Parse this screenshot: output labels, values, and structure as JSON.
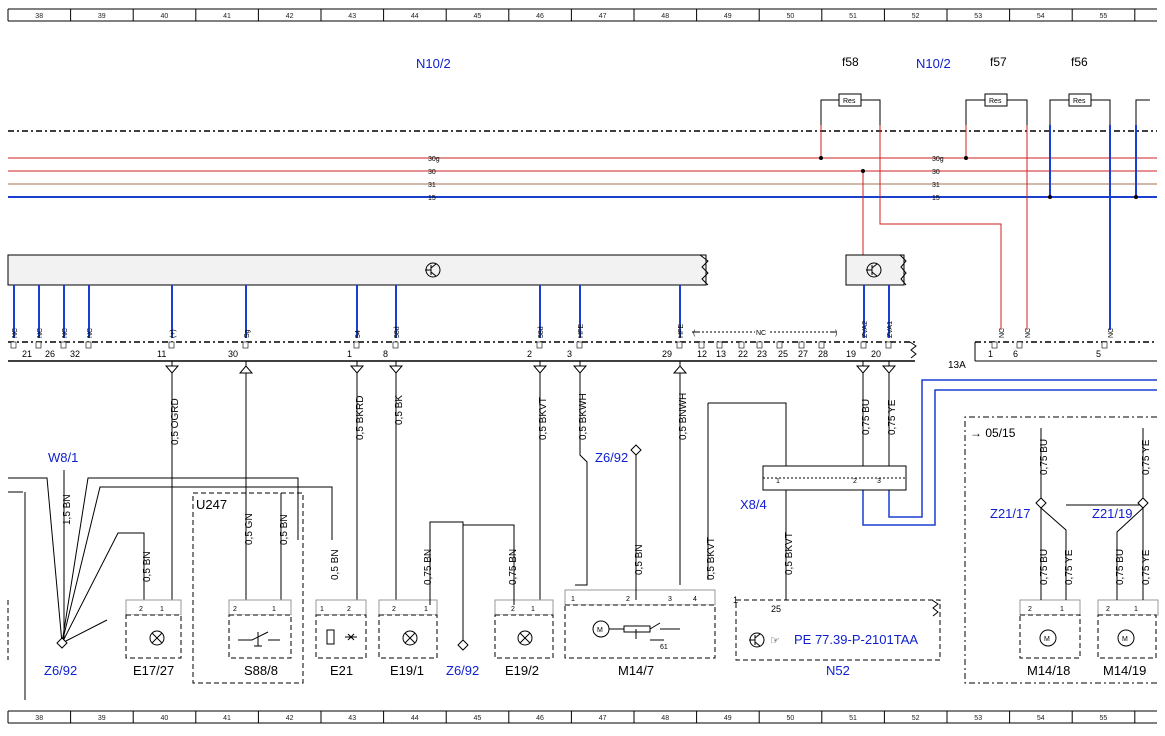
{
  "ruler": {
    "columns": [
      "38",
      "39",
      "40",
      "41",
      "42",
      "43",
      "44",
      "45",
      "46",
      "47",
      "48",
      "49",
      "50",
      "51",
      "52",
      "53",
      "54",
      "55"
    ]
  },
  "headers": {
    "n10_2_left": "N10/2",
    "n10_2_right": "N10/2",
    "f58": "f58",
    "f57": "f57",
    "f56": "f56",
    "res": "Res"
  },
  "buses": {
    "b30g": "30g",
    "b30": "30",
    "b31": "31",
    "b15": "15",
    "b30g_r": "30g",
    "b30_r": "30",
    "b31_r": "31",
    "b15_r": "15",
    "colors": {
      "red": "#d22020",
      "blue": "#1a3fd0",
      "brown": "#a07050"
    }
  },
  "pin_func": [
    "NC",
    "NC",
    "NC",
    "NC",
    "(+)",
    "Sg",
    "54",
    "58d",
    "58d",
    "HFE",
    "HFE",
    "NC",
    "ZVA2",
    "ZVA1",
    "NC",
    "NC",
    "NC"
  ],
  "pins": [
    "21",
    "26",
    "32",
    "11",
    "30",
    "1",
    "8",
    "2",
    "3",
    "29",
    "12",
    "13",
    "22",
    "23",
    "25",
    "27",
    "28",
    "19",
    "20",
    "1",
    "6",
    "5"
  ],
  "conn_13a": "13A",
  "wires": {
    "ogrd": "0,5 OGRD",
    "gn": "0,5 GN",
    "bn_u247": "0,5 BN",
    "bkrd": "0,5 BKRD",
    "bk": "0,5 BK",
    "bkvt_a": "0,5 BKVT",
    "bkwh": "0,5 BKWH",
    "bnwh": "0,5 BNWH",
    "bu_075": "0,75 BU",
    "ye_075": "0,75 YE",
    "bn15": "1,5 BN",
    "bn_e17": "0,5 BN",
    "bn_e21": "0,5 BN",
    "bn_e19_1": "0,75 BN",
    "bn_e19_2": "0,75 BN",
    "bn_m14_7": "0,5 BN",
    "bkvt_m14": "0,5 BKVT",
    "bkvt_n52": "0,5 BKVT",
    "bu_z21_17_top": "0,75 BU",
    "ye_z21_19_top": "0,75 YE",
    "bu_m14_18": "0,75 BU",
    "ye_m14_18": "0,75 YE",
    "bu_m14_19": "0,75 BU",
    "ye_m14_19": "0,75 YE"
  },
  "components": {
    "w8_1": "W8/1",
    "z6_92_a": "Z6/92",
    "z6_92_b": "Z6/92",
    "z6_92_c": "Z6/92",
    "u247": "U247",
    "e17_27": "E17/27",
    "s88_8": "S88/8",
    "e21": "E21",
    "e19_1": "E19/1",
    "e19_2": "E19/2",
    "m14_7": "M14/7",
    "n52": "N52",
    "x8_4": "X8/4",
    "z21_17": "Z21/17",
    "z21_19": "Z21/19",
    "m14_18": "M14/18",
    "m14_19": "M14/19",
    "ref_05_15": "→ 05/15",
    "pe_ref": "PE 77.39-P-2101TAA",
    "m_sym": "M",
    "n52_pin_1": "1",
    "n52_pin_25": "25",
    "m14_7_61": "61",
    "x8_4_pins": [
      "1",
      "2",
      "3"
    ],
    "comp_pins": [
      "2",
      "1",
      "2",
      "1",
      "1",
      "2",
      "2",
      "1",
      "2",
      "1",
      "1",
      "2",
      "3",
      "4",
      "2",
      "1",
      "2",
      "1"
    ]
  }
}
